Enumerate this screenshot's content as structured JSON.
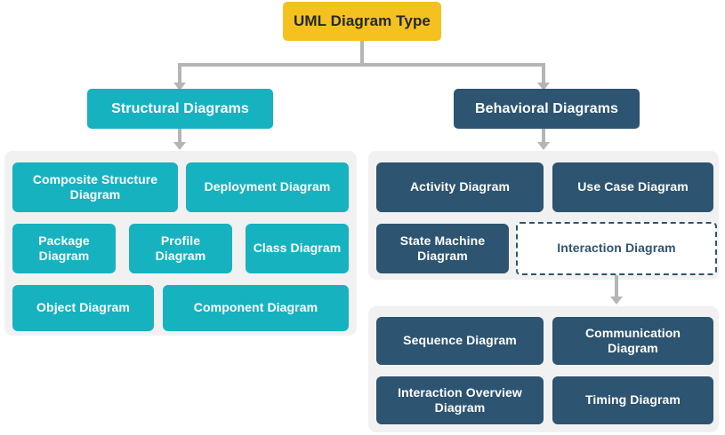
{
  "diagram": {
    "title": "UML Diagram Type",
    "colors": {
      "root": "#F5C11E",
      "structural": "#17B2C0",
      "behavioral": "#2D5470",
      "panel": "#F1F1F1",
      "connector": "#B5B5B5",
      "root_text": "#23282D",
      "node_text": "#FFFFFF"
    },
    "root": {
      "label": "UML Diagram Type"
    },
    "branches": {
      "structural": {
        "label": "Structural Diagrams",
        "nodes": [
          {
            "label": "Composite Structure Diagram"
          },
          {
            "label": "Deployment Diagram"
          },
          {
            "label": "Package Diagram"
          },
          {
            "label": "Profile Diagram"
          },
          {
            "label": "Class Diagram"
          },
          {
            "label": "Object Diagram"
          },
          {
            "label": "Component Diagram"
          }
        ]
      },
      "behavioral": {
        "label": "Behavioral Diagrams",
        "nodes": [
          {
            "label": "Activity Diagram"
          },
          {
            "label": "Use Case Diagram"
          },
          {
            "label": "State Machine Diagram"
          },
          {
            "label": "Interaction Diagram",
            "style": "dashed"
          }
        ],
        "interaction": {
          "label": "Interaction Diagram",
          "nodes": [
            {
              "label": "Sequence Diagram"
            },
            {
              "label": "Communication Diagram"
            },
            {
              "label": "Interaction Overview Diagram"
            },
            {
              "label": "Timing Diagram"
            }
          ]
        }
      }
    }
  }
}
